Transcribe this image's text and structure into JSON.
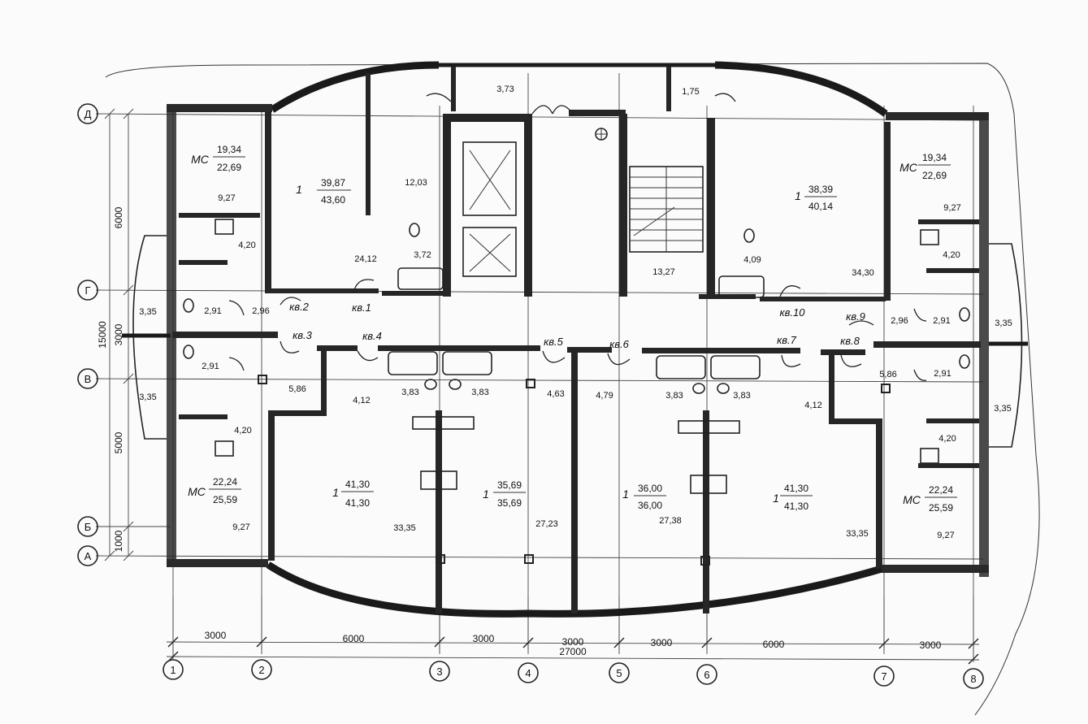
{
  "axes": {
    "columns": [
      "1",
      "2",
      "3",
      "4",
      "5",
      "6",
      "7",
      "8"
    ],
    "rows": [
      "Д",
      "Г",
      "В",
      "Б",
      "А"
    ]
  },
  "dimensions": {
    "horizontal": [
      "3000",
      "6000",
      "3000",
      "3000",
      "3000",
      "6000",
      "3000"
    ],
    "horizontal_total": "27000",
    "vertical": [
      "6000",
      "3000",
      "5000",
      "1000"
    ],
    "vertical_total": "15000"
  },
  "apartments": [
    {
      "id": "kv1",
      "label": "кв.1",
      "rooms": "1",
      "living": "39,87",
      "total": "43,60"
    },
    {
      "id": "kv2",
      "label": "кв.2",
      "rooms": "МС",
      "living": "19,34",
      "total": "22,69"
    },
    {
      "id": "kv3",
      "label": "кв.3",
      "rooms": "МС",
      "living": "22,24",
      "total": "25,59"
    },
    {
      "id": "kv4",
      "label": "кв.4",
      "rooms": "1",
      "living": "41,30",
      "total": "41,30"
    },
    {
      "id": "kv5",
      "label": "кв.5",
      "rooms": "1",
      "living": "35,69",
      "total": "35,69"
    },
    {
      "id": "kv6",
      "label": "кв.6",
      "rooms": "1",
      "living": "36,00",
      "total": "36,00"
    },
    {
      "id": "kv7",
      "label": "кв.7",
      "rooms": "1",
      "living": "41,30",
      "total": "41,30"
    },
    {
      "id": "kv8a",
      "label": "кв.8",
      "rooms": "МС",
      "living": "22,24",
      "total": "25,59"
    },
    {
      "id": "kv9",
      "label": "кв.9",
      "rooms": "МС",
      "living": "19,34",
      "total": "22,69"
    },
    {
      "id": "kv10",
      "label": "кв.10",
      "rooms": "1",
      "living": "38,39",
      "total": "40,14"
    }
  ],
  "room_areas": {
    "a1": "3,73",
    "a2": "1,75",
    "a3": "12,03",
    "a4": "9,27",
    "a5": "4,20",
    "a6": "24,12",
    "a7": "3,72",
    "a8": "2,91",
    "a9": "2,96",
    "a10": "3,35",
    "a11": "13,27",
    "a12": "4,09",
    "a13": "34,30",
    "a14": "9,27",
    "a15": "4,20",
    "a16": "2,96",
    "a17": "2,91",
    "a18": "3,35",
    "a19": "2,91",
    "a20": "3,35",
    "a21": "5,86",
    "a22": "4,12",
    "a23": "3,83",
    "a24": "3,83",
    "a25": "4,63",
    "a26": "4,79",
    "a27": "3,83",
    "a28": "3,83",
    "a29": "4,12",
    "a30": "5,86",
    "a31": "2,91",
    "a32": "3,35",
    "a33": "4,20",
    "a34": "9,27",
    "a35": "33,35",
    "a36": "27,23",
    "a37": "27,38",
    "a38": "33,35",
    "a39": "4,20",
    "a40": "9,27"
  }
}
